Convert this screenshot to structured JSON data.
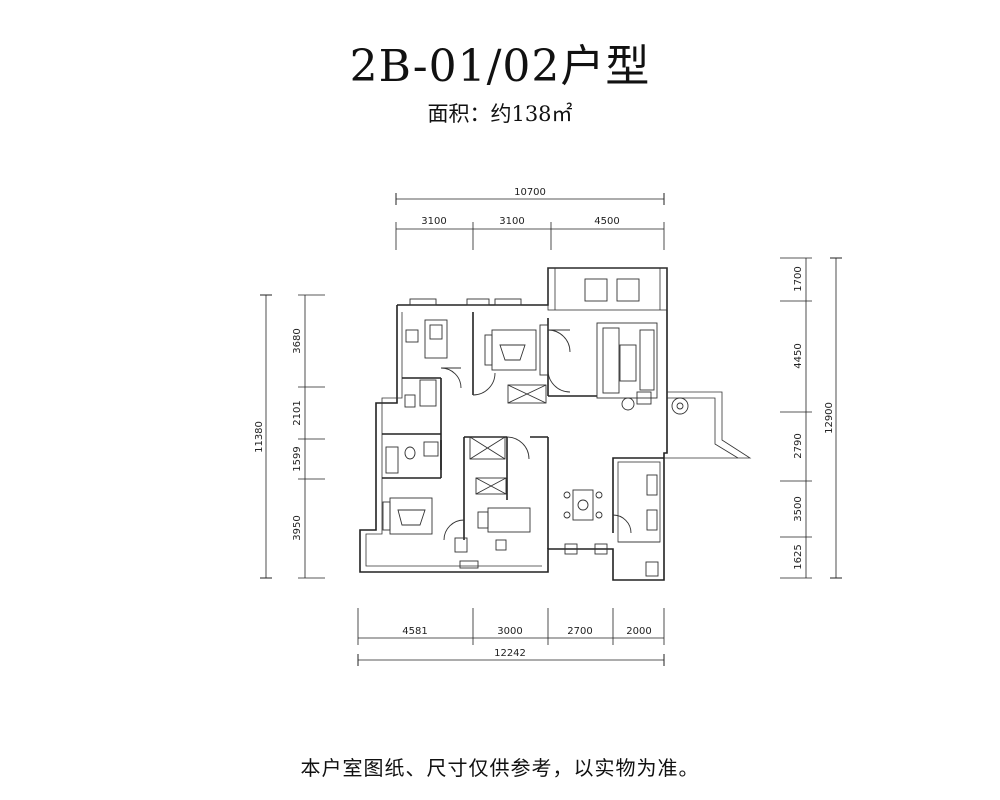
{
  "title": "2B-01/02户型",
  "area": "面积：约138㎡",
  "footer_note": "本户室图纸、尺寸仅供参考，以实物为准。",
  "dimensions": {
    "top_total": "10700",
    "top": [
      "3100",
      "3100",
      "4500"
    ],
    "left_total": "11380",
    "left": [
      "3680",
      "2101",
      "1599",
      "3950"
    ],
    "right_total": "12900",
    "right": [
      "1700",
      "4450",
      "2790",
      "3500",
      "1625"
    ],
    "bottom_total": "12242",
    "bottom": [
      "4581",
      "3000",
      "2700",
      "2000"
    ]
  }
}
